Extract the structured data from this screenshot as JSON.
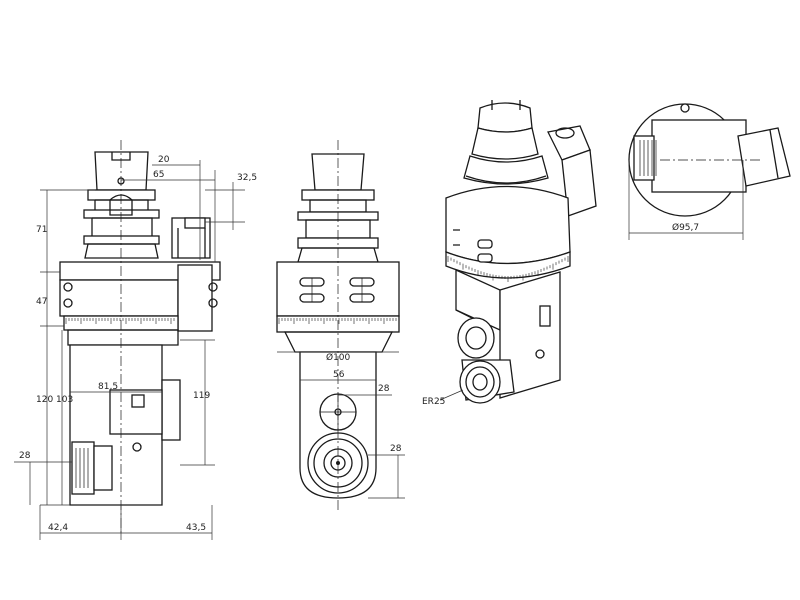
{
  "dimensions": {
    "d20": "20",
    "d65": "65",
    "d32_5": "32,5",
    "d71": "71",
    "d47": "47",
    "d120": "120",
    "d103": "103",
    "d81_5": "81,5",
    "d119": "119",
    "d28_left": "28",
    "d42_4": "42,4",
    "d43_5": "43,5",
    "d100": "Ø100",
    "d56": "56",
    "d28_mid": "28",
    "d28_right": "28",
    "d95_7": "Ø95,7"
  },
  "labels": {
    "collet": "ER25"
  }
}
